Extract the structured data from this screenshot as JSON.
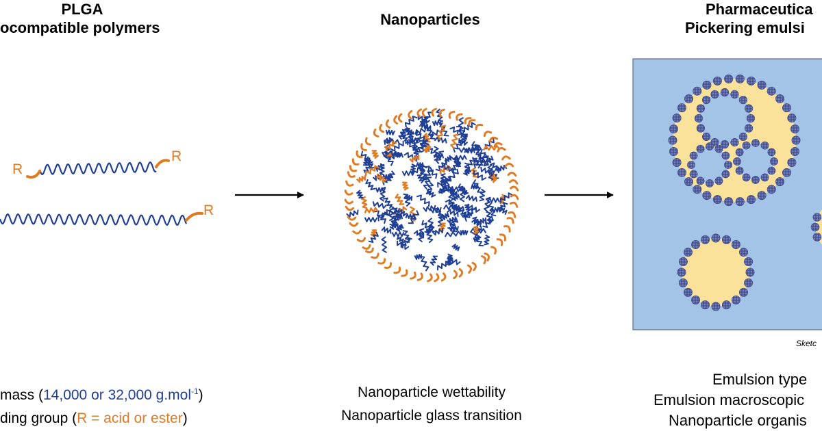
{
  "left_panel": {
    "title_line1": "PLGA",
    "title_line2": "ocompatible polymers",
    "end_group_label": "R",
    "caption_line1": {
      "pre": "mass (",
      "value": "14,000 or 32,000 g.mol",
      "sup": "-1",
      "post": ")"
    },
    "caption_line2": {
      "pre": "ding group (",
      "value": "R = acid or ester",
      "post": ")"
    }
  },
  "middle_panel": {
    "title": "Nanoparticles",
    "caption_line1": "Nanoparticle wettability",
    "caption_line2": "Nanoparticle glass transition"
  },
  "right_panel": {
    "title_line1": "Pharmaceutica",
    "title_line2": "Pickering emulsi",
    "sketch_note": "Sketc",
    "caption_line1": "Emulsion type",
    "caption_line2": "Emulsion macroscopic",
    "caption_line3": "Nanoparticle organis"
  },
  "colors": {
    "polymer_blue": "#1f3f96",
    "end_group_orange": "#e07b22",
    "water_phase": "#a3c4e6",
    "oil_phase": "#fbe29a",
    "particle": "#4a5aa0"
  }
}
